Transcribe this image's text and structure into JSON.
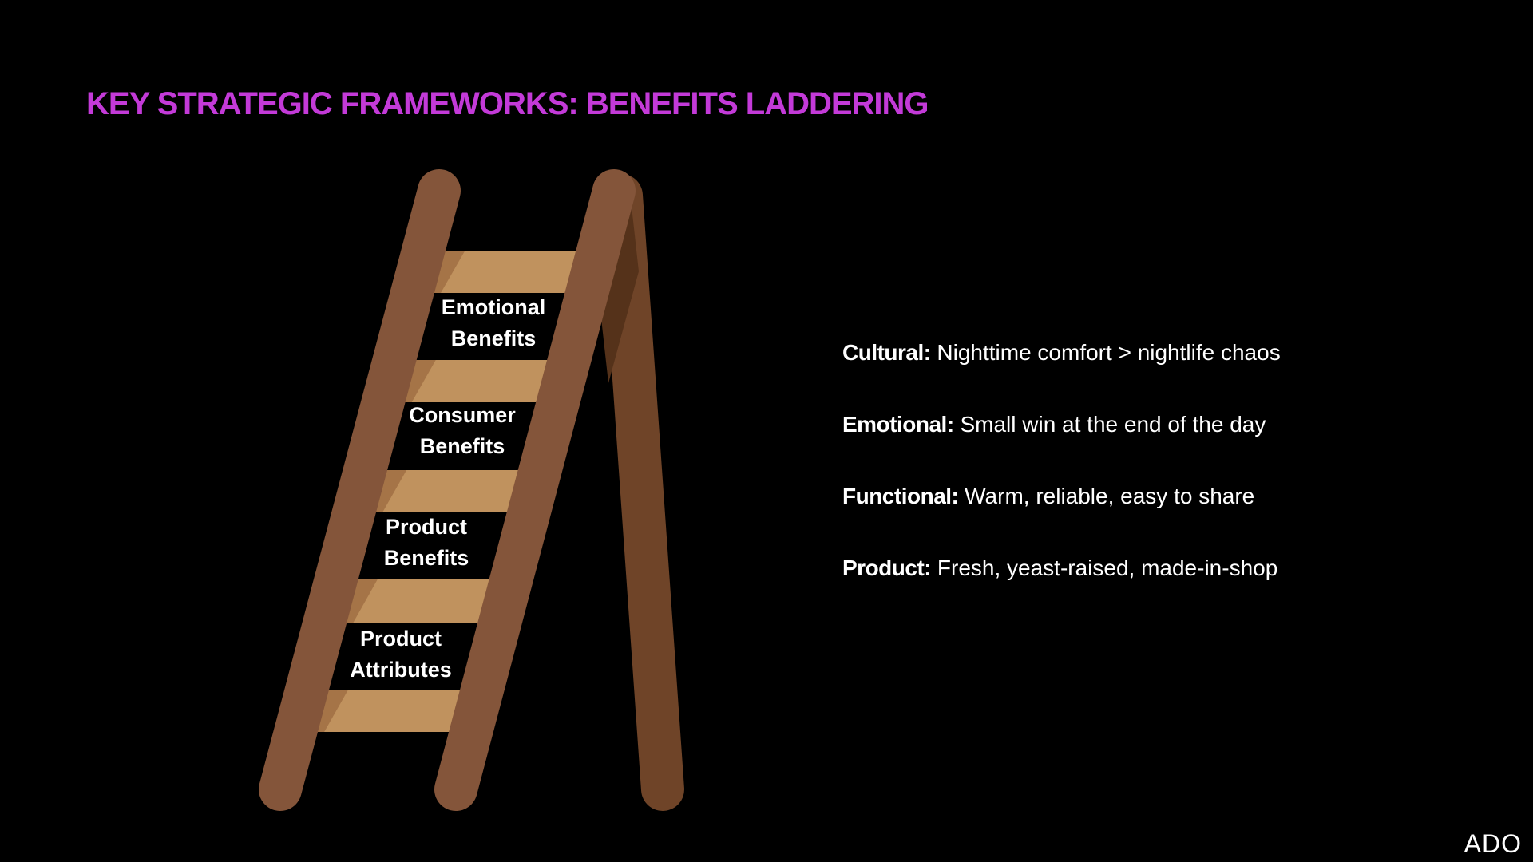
{
  "title": "KEY STRATEGIC FRAMEWORKS: BENEFITS LADDERING",
  "ladder": {
    "labels": [
      {
        "line1": "Emotional",
        "line2": "Benefits"
      },
      {
        "line1": "Consumer",
        "line2": "Benefits"
      },
      {
        "line1": "Product",
        "line2": "Benefits"
      },
      {
        "line1": "Product",
        "line2": "Attributes"
      }
    ],
    "colors": {
      "rail": "#84553a",
      "leg": "#6f4428",
      "leg_shadow": "#55321a",
      "rung": "#c0925e",
      "rung_shade": "#a57447"
    }
  },
  "benefits": [
    {
      "label": "Cultural:",
      "text": "Nighttime comfort > nightlife chaos"
    },
    {
      "label": "Emotional:",
      "text": "Small win at the end of the day"
    },
    {
      "label": "Functional:",
      "text": "Warm, reliable, easy to share"
    },
    {
      "label": "Product:",
      "text": "Fresh, yeast-raised, made-in-shop"
    }
  ],
  "logo": "ADO",
  "accent_color": "#c33ad8"
}
